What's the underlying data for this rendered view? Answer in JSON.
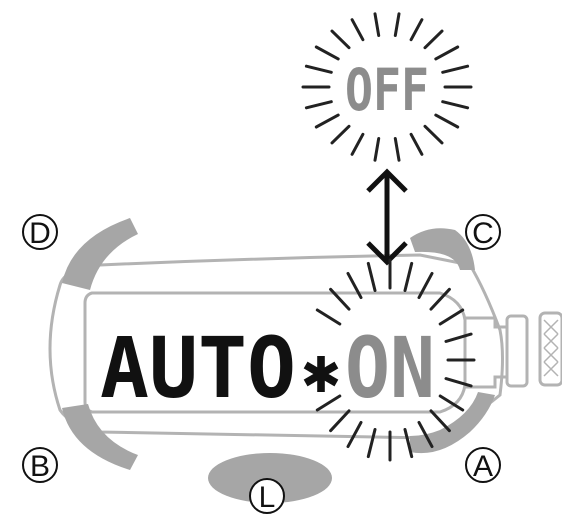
{
  "popup_text": "OFF",
  "display": {
    "label": "AUTO",
    "marker": "✱",
    "state": "ON"
  },
  "buttons": {
    "top_left": "D",
    "top_right": "C",
    "bottom_left": "B",
    "bottom_right": "A",
    "light": "L"
  },
  "colors": {
    "ink": "#111111",
    "button_gray": "#a6a6a6",
    "outline_gray": "#b3b3b3",
    "lcd_gray": "#8c8c8c",
    "ray_color": "#222222"
  }
}
